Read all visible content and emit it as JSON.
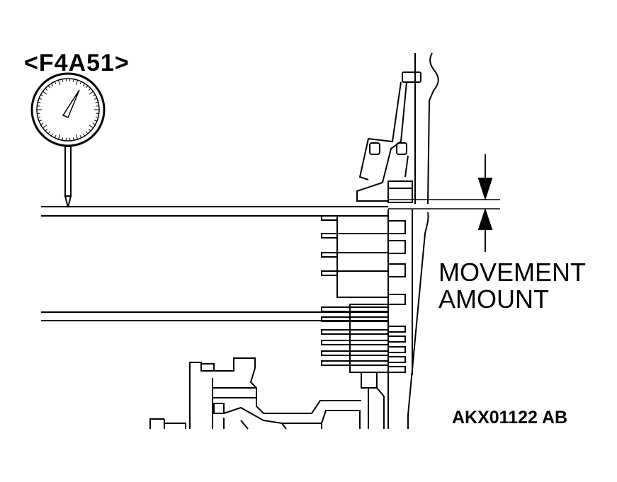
{
  "labels": {
    "model": "<F4A51>",
    "movement_line1": "MOVEMENT",
    "movement_line2": "AMOUNT",
    "figure_code": "AKX01122 AB"
  },
  "icons": {
    "gauge": "dial-indicator-icon",
    "arrow_down": "arrow-down-icon",
    "arrow_up": "arrow-up-icon"
  },
  "colors": {
    "line": "#000000",
    "background": "#ffffff"
  }
}
